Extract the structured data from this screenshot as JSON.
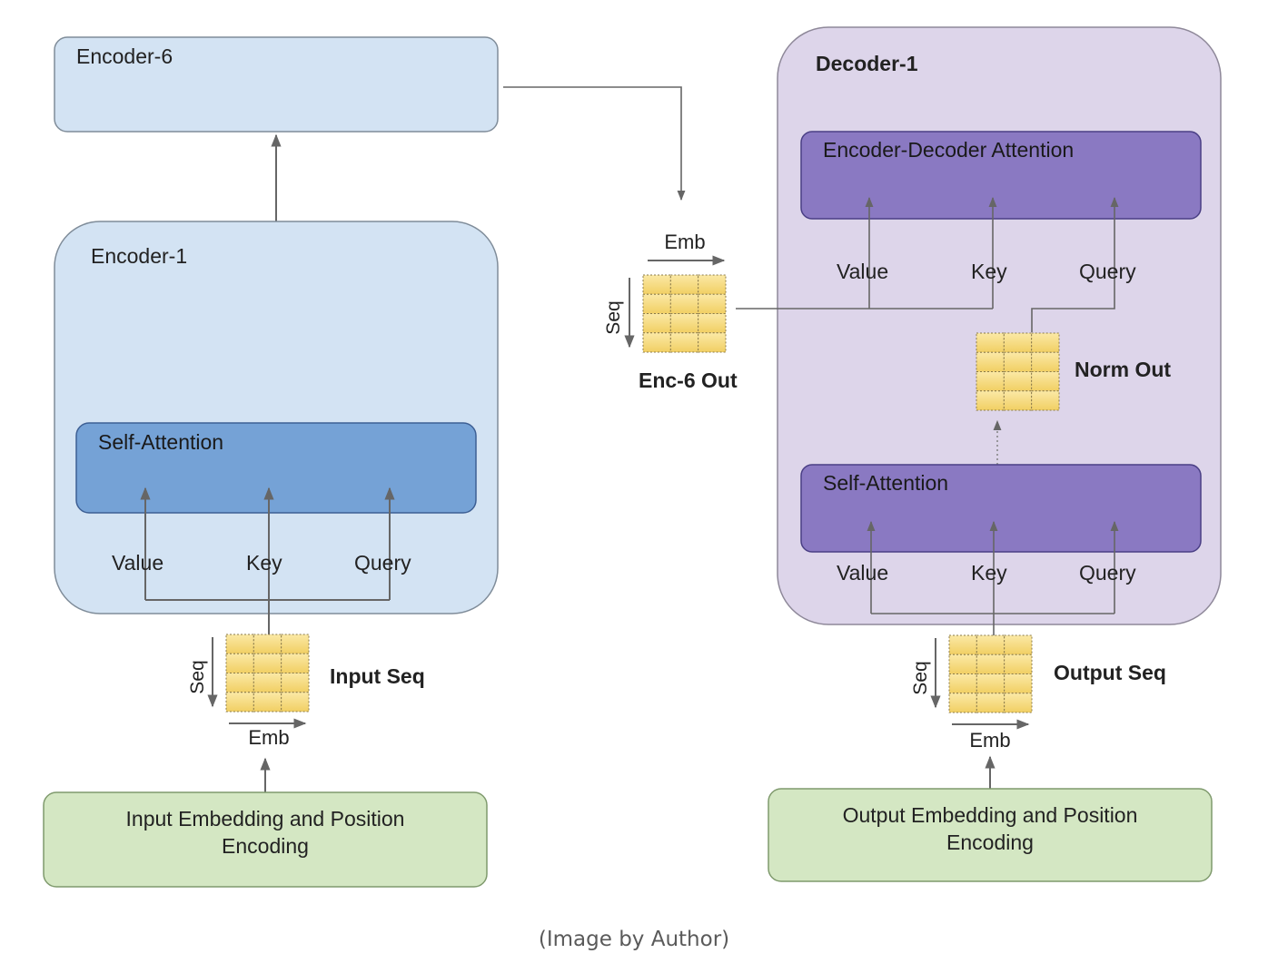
{
  "encoder6": {
    "title": "Encoder-6"
  },
  "encoder1": {
    "title": "Encoder-1",
    "self_attention": {
      "title": "Self-Attention",
      "inputs": [
        "Value",
        "Key",
        "Query"
      ]
    }
  },
  "input_seq": {
    "label": "Input Seq",
    "seq_label": "Seq",
    "emb_label": "Emb"
  },
  "input_embedding": {
    "label_line1": "Input Embedding and Position",
    "label_line2": "Encoding"
  },
  "enc6_out": {
    "label": "Enc-6 Out",
    "seq_label": "Seq",
    "emb_label": "Emb"
  },
  "decoder1": {
    "title": "Decoder-1",
    "enc_dec_attention": {
      "title": "Encoder-Decoder Attention",
      "inputs": [
        "Value",
        "Key",
        "Query"
      ]
    },
    "norm_out": {
      "label": "Norm Out"
    },
    "self_attention": {
      "title": "Self-Attention",
      "inputs": [
        "Value",
        "Key",
        "Query"
      ]
    }
  },
  "output_seq": {
    "label": "Output Seq",
    "seq_label": "Seq",
    "emb_label": "Emb"
  },
  "output_embedding": {
    "label_line1": "Output Embedding and Position",
    "label_line2": "Encoding"
  },
  "caption": "(Image by Author)",
  "colors": {
    "encoder_fill": "#d3e3f3",
    "encoder_self_attention_fill": "#75a2d6",
    "decoder_fill": "#ddd5ea",
    "decoder_attention_fill": "#8a79c2",
    "embedding_fill": "#d4e7c3",
    "matrix_fill": "#f6d97a",
    "arrow": "#666666"
  }
}
